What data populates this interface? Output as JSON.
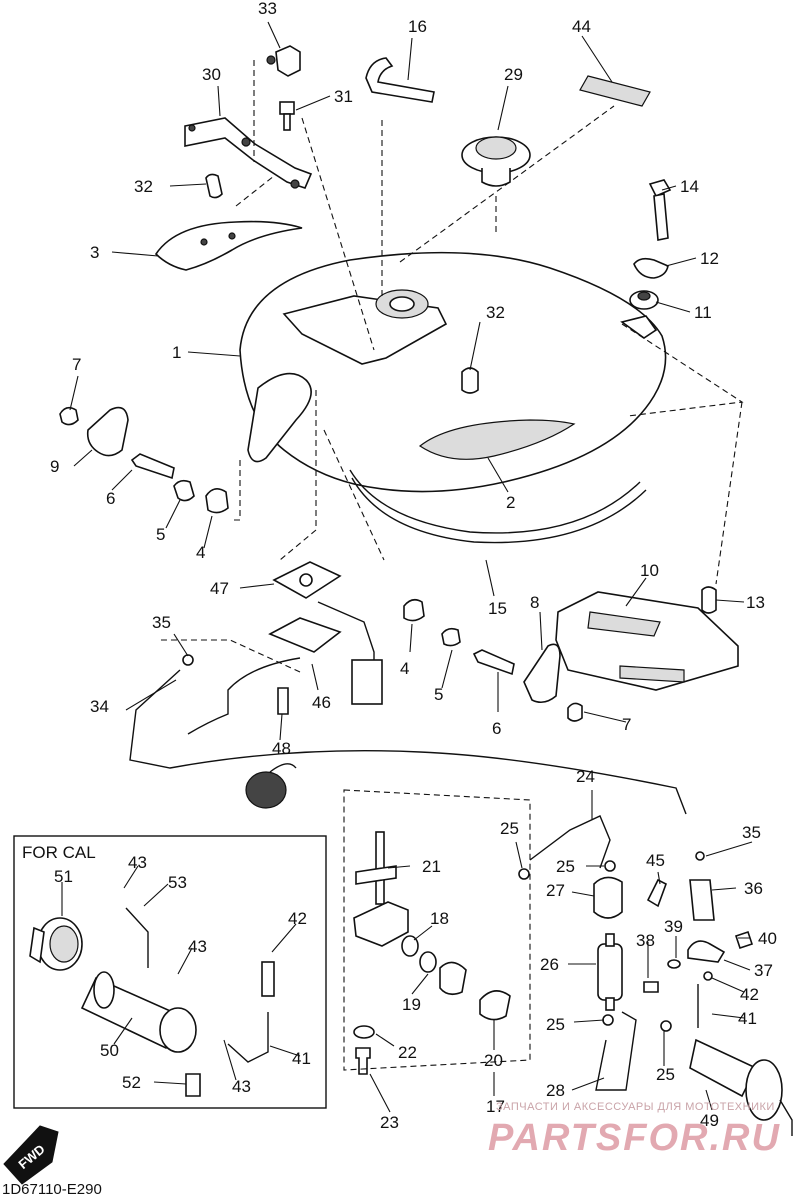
{
  "callouts": [
    "33",
    "16",
    "44",
    "30",
    "31",
    "29",
    "32",
    "14",
    "3",
    "12",
    "1",
    "32",
    "11",
    "7",
    "9",
    "6",
    "5",
    "4",
    "2",
    "47",
    "10",
    "13",
    "35",
    "8",
    "15",
    "4",
    "5",
    "34",
    "46",
    "6",
    "7",
    "48",
    "24",
    "35",
    "25",
    "21",
    "25",
    "45",
    "36",
    "18",
    "27",
    "40",
    "39",
    "38",
    "37",
    "26",
    "42",
    "19",
    "41",
    "25",
    "25",
    "22",
    "20",
    "28",
    "49",
    "17",
    "23",
    "43",
    "53",
    "51",
    "42",
    "43",
    "50",
    "41",
    "43",
    "52"
  ],
  "inset": {
    "title": "FOR CAL"
  },
  "footer": {
    "code": "1D67110-E290",
    "fwd": "FWD"
  },
  "watermark": {
    "tagline": "ЗАПЧАСТИ И АКСЕССУАРЫ ДЛЯ МОТОТЕХНИКИ",
    "brand": "PARTSFOR.RU"
  },
  "colors": {
    "line": "#111111",
    "watermark": "#e2a9b1"
  }
}
